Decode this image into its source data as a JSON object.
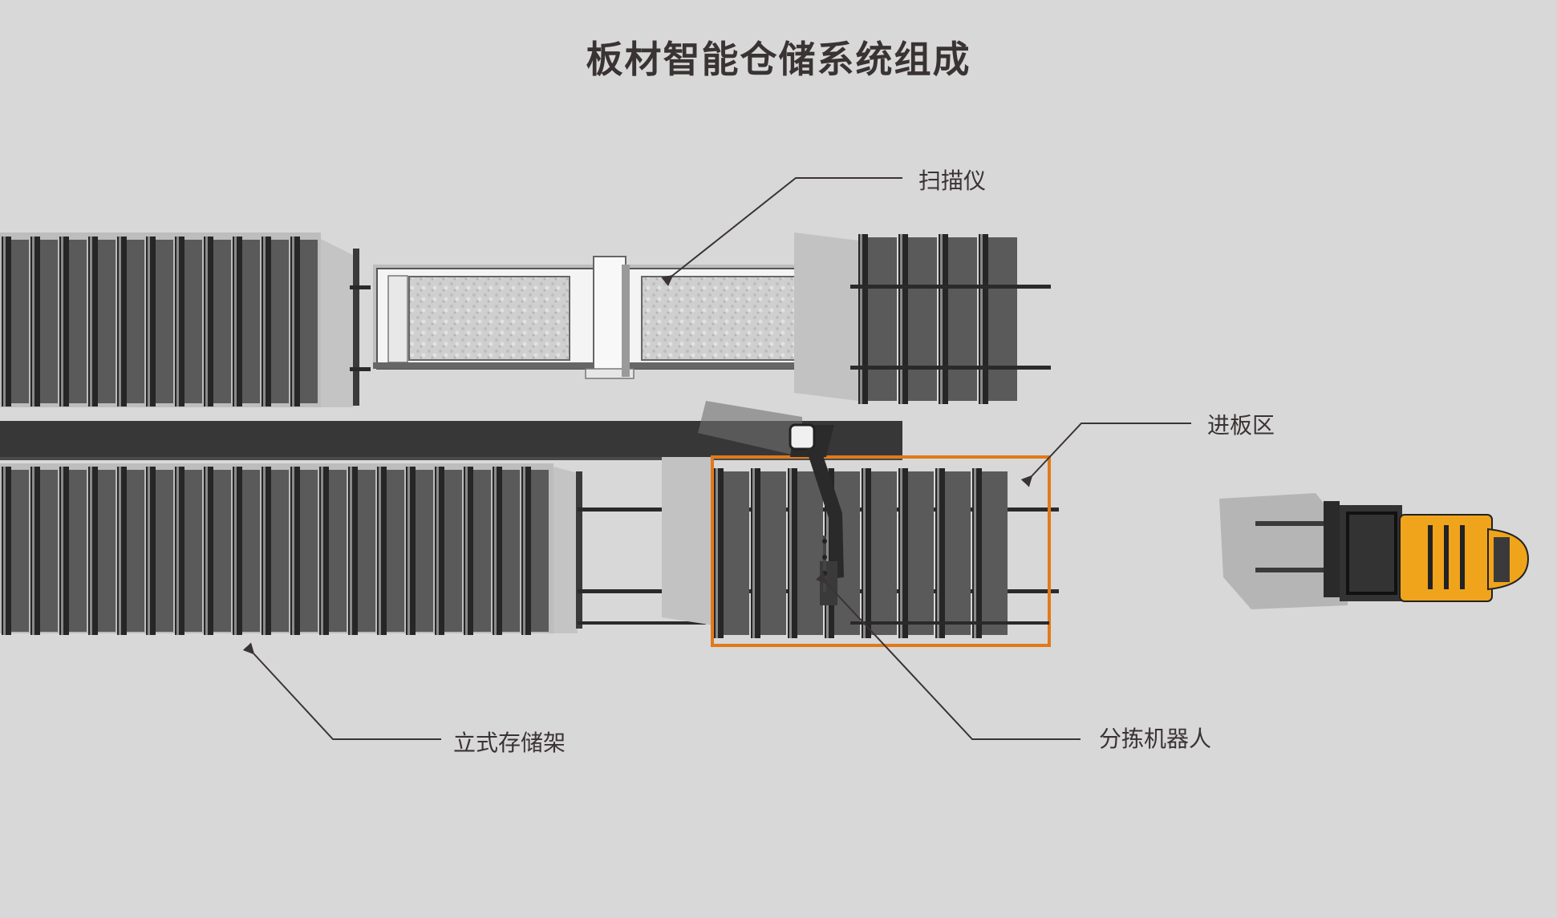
{
  "title": "板材智能仓储系统组成",
  "callouts": {
    "scanner": "扫描仪",
    "infeed_zone": "进板区",
    "storage_rack": "立式存储架",
    "sorting_robot": "分拣机器人"
  },
  "colors": {
    "background": "#d8d8d8",
    "text": "#3a3334",
    "rack": "#2e2e2e",
    "infeed_outline": "#e07a1a",
    "forklift_body": "#f0a41c"
  }
}
